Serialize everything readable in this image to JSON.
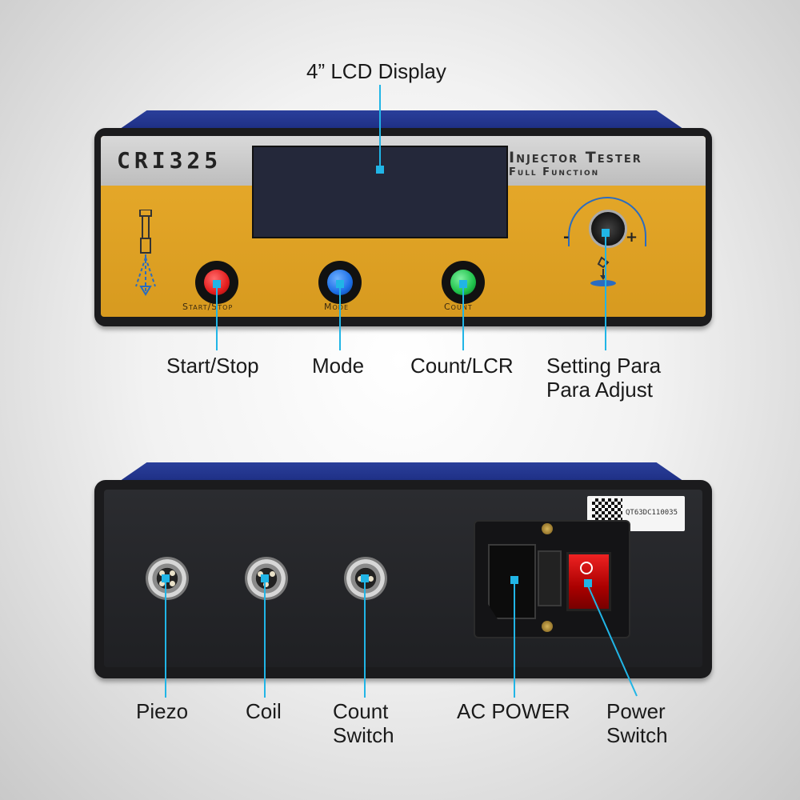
{
  "front": {
    "brand": "CRI325",
    "title_line1": "Injector Tester",
    "title_line2": "Full Function",
    "buttons": [
      {
        "label": "Start/Stop",
        "color": "#e51d1d"
      },
      {
        "label": "Mode",
        "color": "#1c6fe6"
      },
      {
        "label": "Count",
        "color": "#1ec24a"
      }
    ],
    "knob_minus": "-",
    "knob_plus": "+"
  },
  "rear": {
    "serial": "QT63DC110035"
  },
  "callouts": {
    "lcd": "4” LCD Display",
    "start_stop": "Start/Stop",
    "mode": "Mode",
    "count_lcr": "Count/LCR",
    "setting_line1": "Setting Para",
    "setting_line2": "Para Adjust",
    "piezo": "Piezo",
    "coil": "Coil",
    "count_switch_line1": "Count",
    "count_switch_line2": "Switch",
    "ac_power": "AC POWER",
    "power_switch_line1": "Power",
    "power_switch_line2": "Switch"
  },
  "colors": {
    "accent_line": "#21b5e6",
    "panel_orange": "#e0a326",
    "case_blue": "#22338a"
  }
}
